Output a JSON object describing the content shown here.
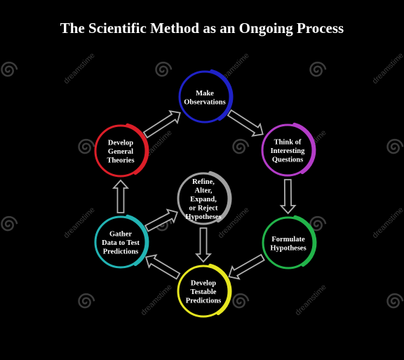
{
  "title": "The Scientific Method as an Ongoing Process",
  "colors": {
    "background": "#000000",
    "arrow_fill": "#000000",
    "arrow_stroke": "#b0b0b0",
    "text": "#ffffff"
  },
  "nodes": [
    {
      "id": "observe",
      "lines": [
        "Make",
        "Observations"
      ],
      "color": "#1f22c8"
    },
    {
      "id": "question",
      "lines": [
        "Think of",
        "Interesting",
        "Questions"
      ],
      "color": "#b43cc8"
    },
    {
      "id": "hypo",
      "lines": [
        "Formulate",
        "Hypotheses"
      ],
      "color": "#22b44a"
    },
    {
      "id": "predict",
      "lines": [
        "Develop",
        "Testable",
        "Predictions"
      ],
      "color": "#e6e620"
    },
    {
      "id": "data",
      "lines": [
        "Gather",
        "Data to Test",
        "Predictions"
      ],
      "color": "#22b4b4"
    },
    {
      "id": "theory",
      "lines": [
        "Develop",
        "General",
        "Theories"
      ],
      "color": "#dc1e28"
    },
    {
      "id": "refine",
      "lines": [
        "Refine,",
        "Alter,",
        "Expand,",
        "or Reject",
        "Hypotheses"
      ],
      "color": "#a0a0a0"
    }
  ],
  "edges": [
    {
      "from": "theory",
      "to": "observe"
    },
    {
      "from": "observe",
      "to": "question"
    },
    {
      "from": "question",
      "to": "hypo"
    },
    {
      "from": "hypo",
      "to": "predict"
    },
    {
      "from": "predict",
      "to": "data"
    },
    {
      "from": "data",
      "to": "theory"
    },
    {
      "from": "data",
      "to": "refine"
    },
    {
      "from": "refine",
      "to": "predict"
    }
  ],
  "watermark": {
    "text": "dreamstime"
  }
}
